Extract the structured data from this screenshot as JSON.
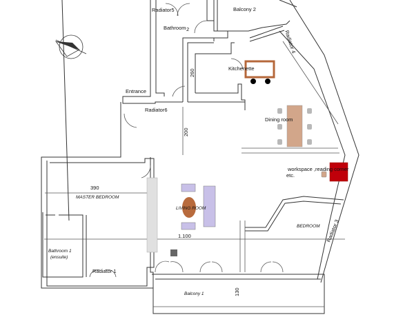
{
  "plan": {
    "rooms": {
      "radiator5": "Radiator5",
      "balcony2": "Balcony 2",
      "bathroom2": "Bathroom",
      "bathroom2_num": "2",
      "radiator4": "Radiator 4",
      "kitchenette": "Kitchenette",
      "entrance": "Entrance",
      "radiator6": "Radiator6",
      "dining_room": "Dining room",
      "workspace": "workspace ,reading corner",
      "workspace_etc": "etc.",
      "master_bedroom": "MASTER BEDROOM",
      "living_room": "LIVING ROOM",
      "bedroom": "BEDROOM",
      "radiator3": "Radiator 3",
      "bathroom1": "Bathroom 1",
      "bathroom1_sub": "(ensuite)",
      "radiator1": "Radiator 1",
      "balcony1": "Balcony  1"
    },
    "dimensions": {
      "d260": "260",
      "d200": "200",
      "d390": "390",
      "d1100": "1.100",
      "d130": "130"
    },
    "colors": {
      "kitchen_counter": "#b5673a",
      "dining_table": "#d2a68a",
      "chairs": "#b8b8b8",
      "sofa": "#c8c0e8",
      "coffee_table": "#b86b3d",
      "desk": "#c0000a",
      "tv_cabinet": "#e0e0e0"
    }
  }
}
